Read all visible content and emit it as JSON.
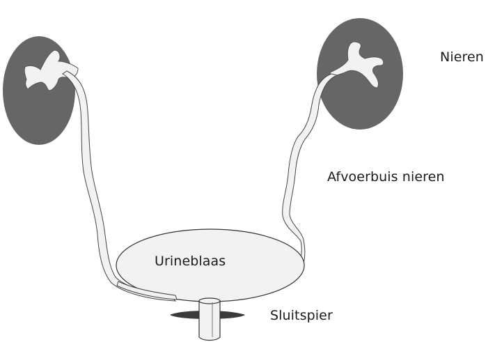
{
  "labels": {
    "kidneys": "Nieren",
    "ureters": "Afvoerbuis nieren",
    "bladder": "Urineblaas",
    "sphincter": "Sluitspier"
  },
  "colors": {
    "kidney": "#666666",
    "tube_fill": "#f2f2f2",
    "outline": "#333333",
    "label_text": "#1a1a1a"
  }
}
